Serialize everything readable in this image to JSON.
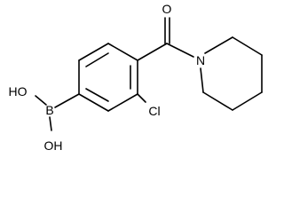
{
  "structure": {
    "atoms": {
      "boron": "B",
      "hydroxyl_top": "HO",
      "hydroxyl_bottom": "OH",
      "chlorine": "Cl",
      "carbonyl_oxygen": "O",
      "nitrogen": "N"
    }
  }
}
